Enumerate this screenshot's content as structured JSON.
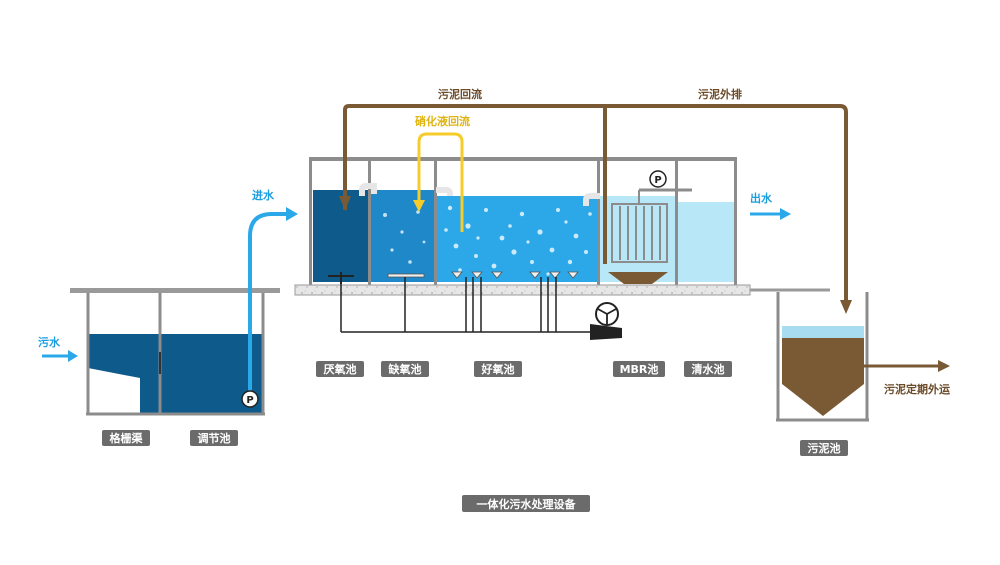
{
  "flows": {
    "sewage_in": "污水",
    "water_in": "进水",
    "water_out": "出水",
    "sludge_return": "污泥回流",
    "sludge_discharge": "污泥外排",
    "nitrate_return": "硝化液回流",
    "sludge_transport": "污泥定期外运"
  },
  "tanks": {
    "grille": "格栅渠",
    "regulating": "调节池",
    "anaerobic": "厌氧池",
    "anoxic": "缺氧池",
    "aerobic": "好氧池",
    "mbr": "MBR池",
    "clear": "清水池",
    "sludge": "污泥池"
  },
  "pump_symbol": "P",
  "caption": "一体化污水处理设备",
  "colors": {
    "water_dark": "#0e5a8a",
    "water_mid": "#1e88c8",
    "water_light": "#2ca8e8",
    "water_pale": "#b8e8f8",
    "sludge": "#7a5a35",
    "pipe_blue": "#2aa8e8",
    "pipe_yellow": "#f5cc2a",
    "frame": "#8c8c8c"
  }
}
